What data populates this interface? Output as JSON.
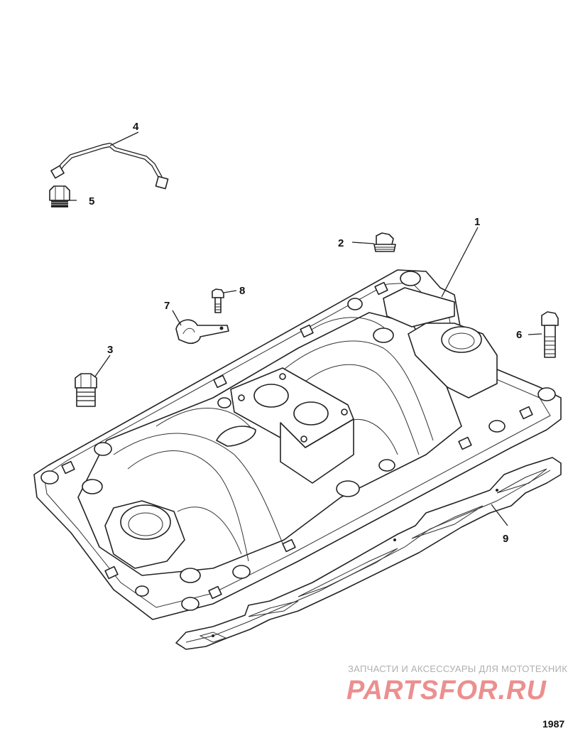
{
  "callouts": [
    {
      "id": "1",
      "label": "1"
    },
    {
      "id": "2",
      "label": "2"
    },
    {
      "id": "3",
      "label": "3"
    },
    {
      "id": "4",
      "label": "4"
    },
    {
      "id": "5",
      "label": "5"
    },
    {
      "id": "6",
      "label": "6"
    },
    {
      "id": "7",
      "label": "7"
    },
    {
      "id": "8",
      "label": "8"
    },
    {
      "id": "9",
      "label": "9"
    }
  ],
  "watermark": {
    "caption": "ЗАПЧАСТИ И АКСЕССУАРЫ ДЛЯ МОТОТЕХНИКИ",
    "logo": "PARTSFOR.RU"
  },
  "figure_number": "1987",
  "colors": {
    "line": "#222222",
    "watermark_logo": "#ec8f8f",
    "watermark_caption": "#b0b0b0"
  }
}
